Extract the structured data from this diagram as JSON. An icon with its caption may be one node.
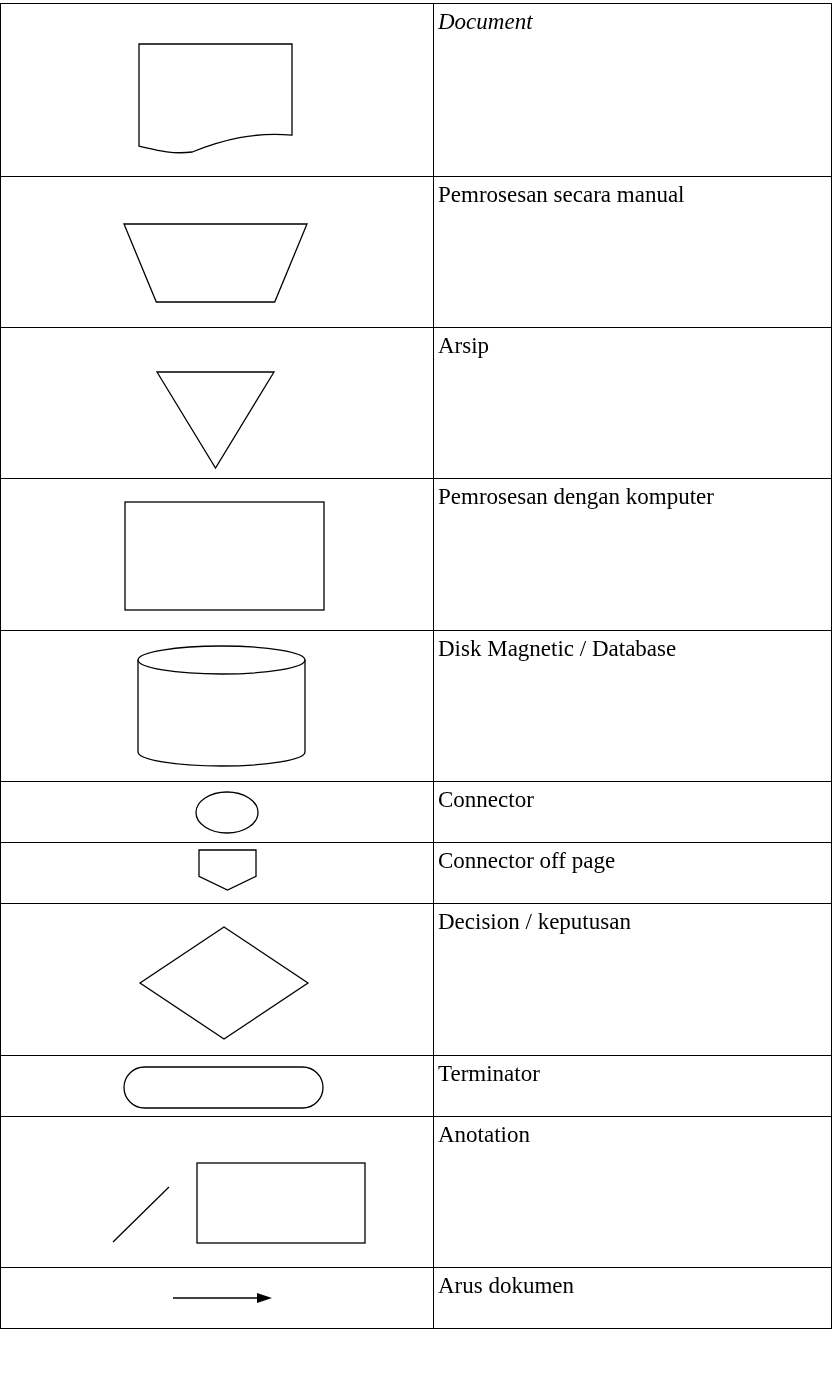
{
  "diagram": {
    "nodes": [
      {
        "text": [],
        "shape": "document"
      },
      {
        "text": [],
        "shape": "trapezoid"
      },
      {
        "text": [],
        "shape": "triangle"
      },
      {
        "text": [],
        "shape": "box"
      },
      {
        "text": [],
        "shape": "cylinder"
      },
      {
        "text": [],
        "shape": "circle"
      },
      {
        "text": [],
        "shape": "pentagon"
      },
      {
        "text": [],
        "shape": "diamond"
      },
      {
        "text": [],
        "shape": "pill"
      },
      {
        "text": [],
        "shape": "line"
      },
      {
        "text": [],
        "shape": "box"
      },
      {
        "text": [],
        "shape": "arrow"
      }
    ],
    "labels": [
      "Document",
      "Pemrosesan secara manual",
      "Arsip",
      "Pemrosesan dengan komputer",
      "Disk Magnetic / Database",
      "Connector",
      "Connector off page",
      "Decision / keputusan",
      "Terminator",
      "Anotation",
      "Arus dokumen"
    ]
  }
}
